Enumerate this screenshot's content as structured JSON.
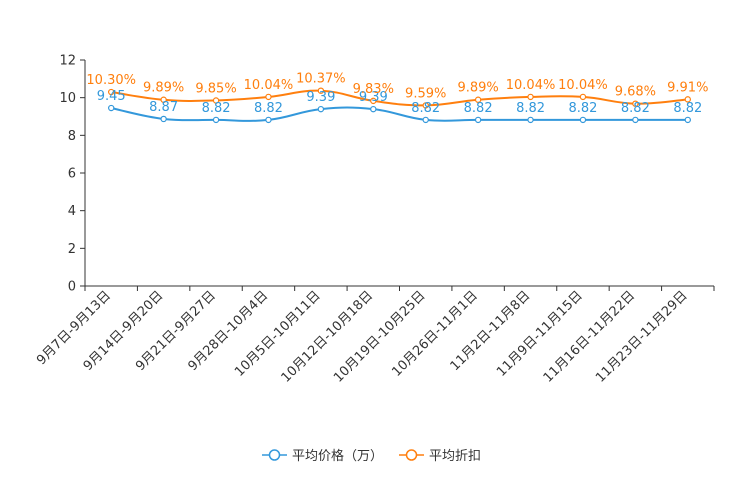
{
  "chart_data": {
    "type": "line",
    "categories": [
      "9月7日-9月13日",
      "9月14日-9月20日",
      "9月21日-9月27日",
      "9月28日-10月4日",
      "10月5日-10月11日",
      "10月12日-10月18日",
      "10月19日-10月25日",
      "10月26日-11月1日",
      "11月2日-11月8日",
      "11月9日-11月15日",
      "11月16日-11月22日",
      "11月23日-11月29日"
    ],
    "series": [
      {
        "name": "平均价格（万）",
        "color": "#3398DB",
        "values": [
          9.45,
          8.87,
          8.82,
          8.82,
          9.39,
          9.39,
          8.82,
          8.82,
          8.82,
          8.82,
          8.82,
          8.82
        ],
        "labels": [
          "9.45",
          "8.87",
          "8.82",
          "8.82",
          "9.39",
          "9.39",
          "8.82",
          "8.82",
          "8.82",
          "8.82",
          "8.82",
          "8.82"
        ]
      },
      {
        "name": "平均折扣",
        "color": "#FF7F0E",
        "values": [
          10.3,
          9.89,
          9.85,
          10.04,
          10.37,
          9.83,
          9.59,
          9.89,
          10.04,
          10.04,
          9.68,
          9.91
        ],
        "labels": [
          "10.30%",
          "9.89%",
          "9.85%",
          "10.04%",
          "10.37%",
          "9.83%",
          "9.59%",
          "9.89%",
          "10.04%",
          "10.04%",
          "9.68%",
          "9.91%"
        ]
      }
    ],
    "ylim": [
      0,
      12
    ],
    "yticks": [
      "0",
      "2",
      "4",
      "6",
      "8",
      "10",
      "12"
    ],
    "grid": false,
    "legend_position": "bottom-center"
  }
}
